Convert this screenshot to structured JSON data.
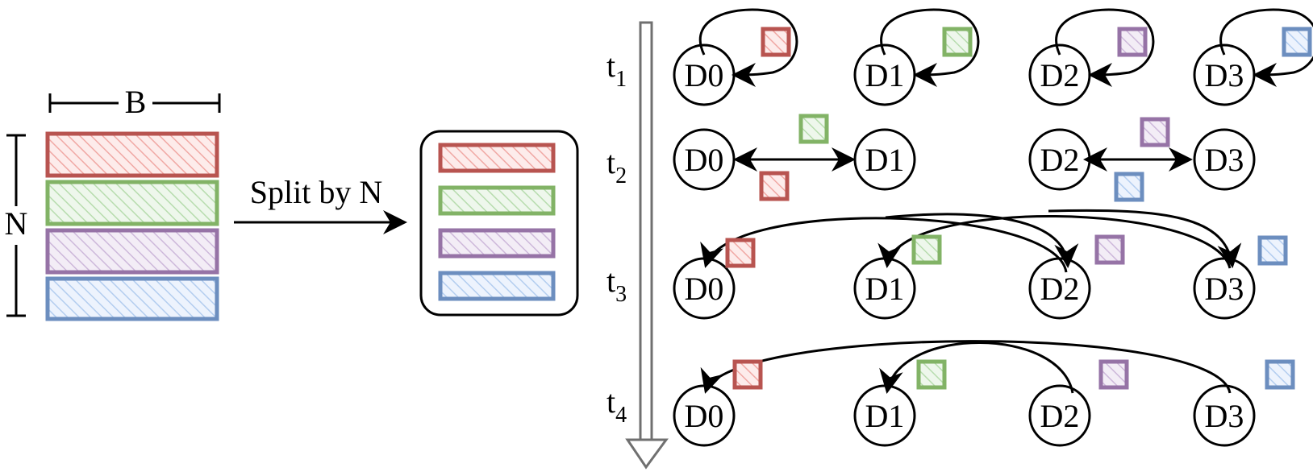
{
  "labels": {
    "width": "B",
    "height": "N",
    "split_caption": "Split by N",
    "time_prefix": "t"
  },
  "colors": {
    "red": "#b85450",
    "green": "#82b366",
    "purple": "#9673a6",
    "blue": "#6c8ebf",
    "red_fill": "#f8cecc",
    "green_fill": "#d5e8d4",
    "purple_fill": "#e1d5e7",
    "blue_fill": "#dae8fc",
    "timeline_gray": "#707070"
  },
  "nodes": [
    "D0",
    "D1",
    "D2",
    "D3"
  ],
  "time_steps": [
    "1",
    "2",
    "3",
    "4"
  ],
  "chunks": [
    "red",
    "green",
    "purple",
    "blue"
  ]
}
